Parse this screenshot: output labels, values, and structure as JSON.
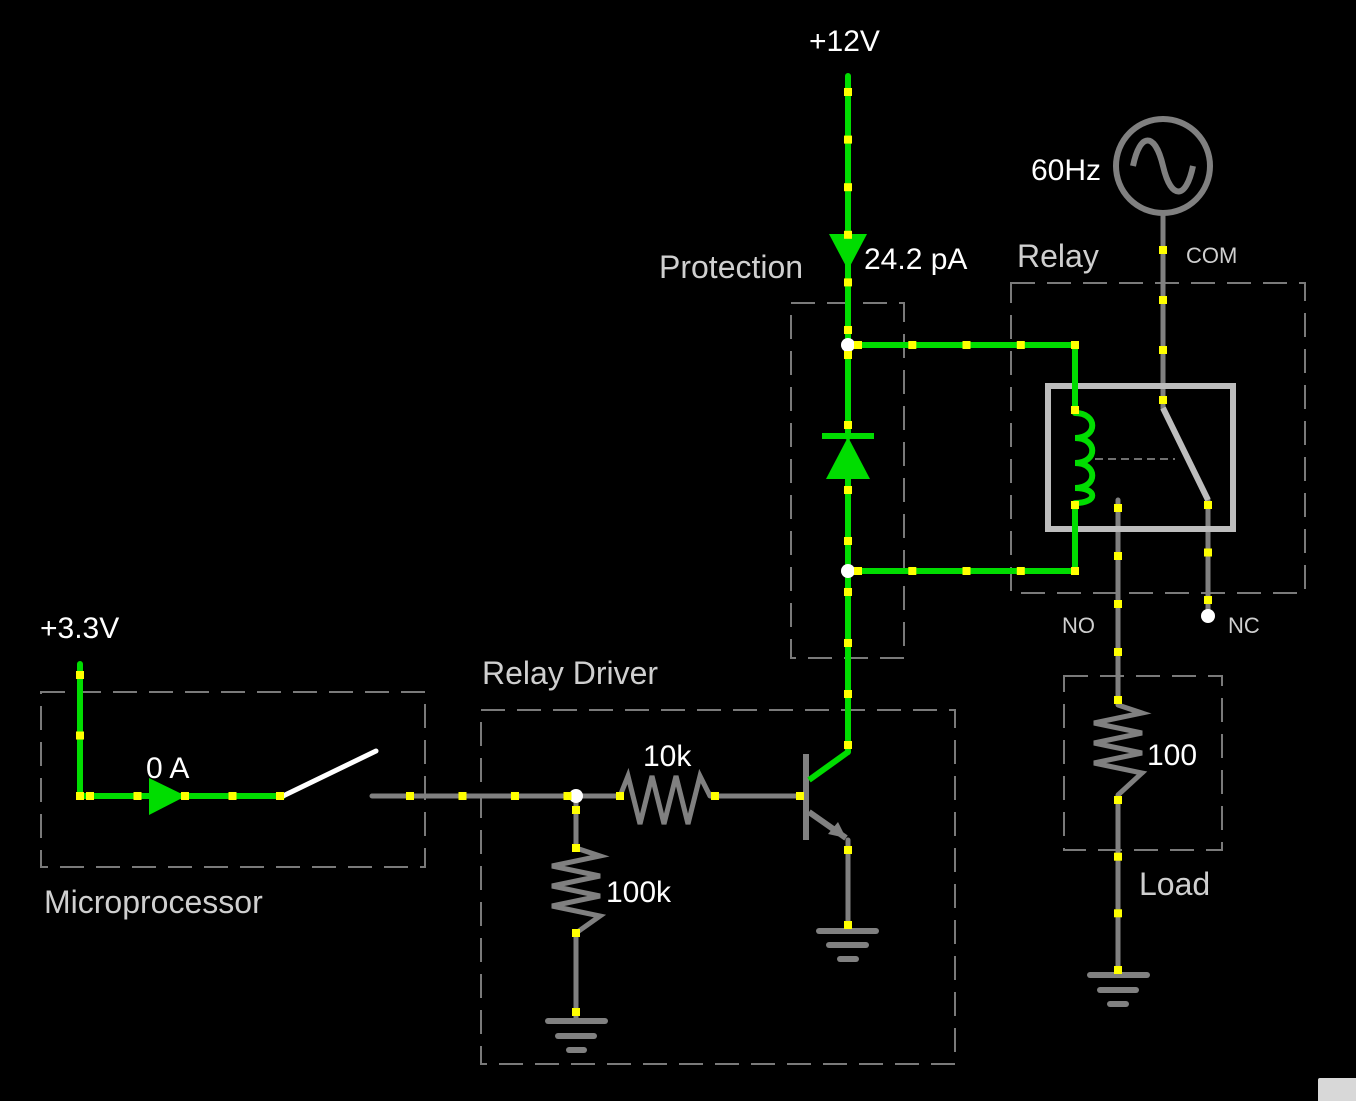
{
  "labels": {
    "vcc12": "+12V",
    "vcc33": "+3.3V",
    "current_top": "24.2 pA",
    "current_switch": "0 A",
    "freq": "60Hz",
    "r_base": "10k",
    "r_pulldown": "100k",
    "r_load": "100",
    "com": "COM",
    "no": "NO",
    "nc": "NC"
  },
  "groups": {
    "protection": "Protection",
    "relay": "Relay",
    "relay_driver": "Relay Driver",
    "microprocessor": "Microprocessor",
    "load": "Load"
  },
  "colors": {
    "active_wire": "#00dd00",
    "inactive_wire": "#808080",
    "current_dot": "#ffff00",
    "switch": "#ffffff",
    "group_box": "#7a7a7a",
    "background": "#000000"
  }
}
